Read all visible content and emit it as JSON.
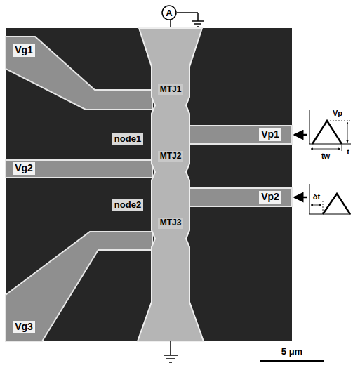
{
  "diagram": {
    "nodes": [
      {
        "text": [
          "A"
        ]
      }
    ],
    "edges": [],
    "labels": [
      "Vg1",
      "MTJ1",
      "node1",
      "Vp1",
      "MTJ2",
      "Vg2",
      "node2",
      "Vp2",
      "MTJ3",
      "Vg3",
      "5 μm",
      "Vp",
      "tw",
      "t",
      "δt"
    ]
  }
}
